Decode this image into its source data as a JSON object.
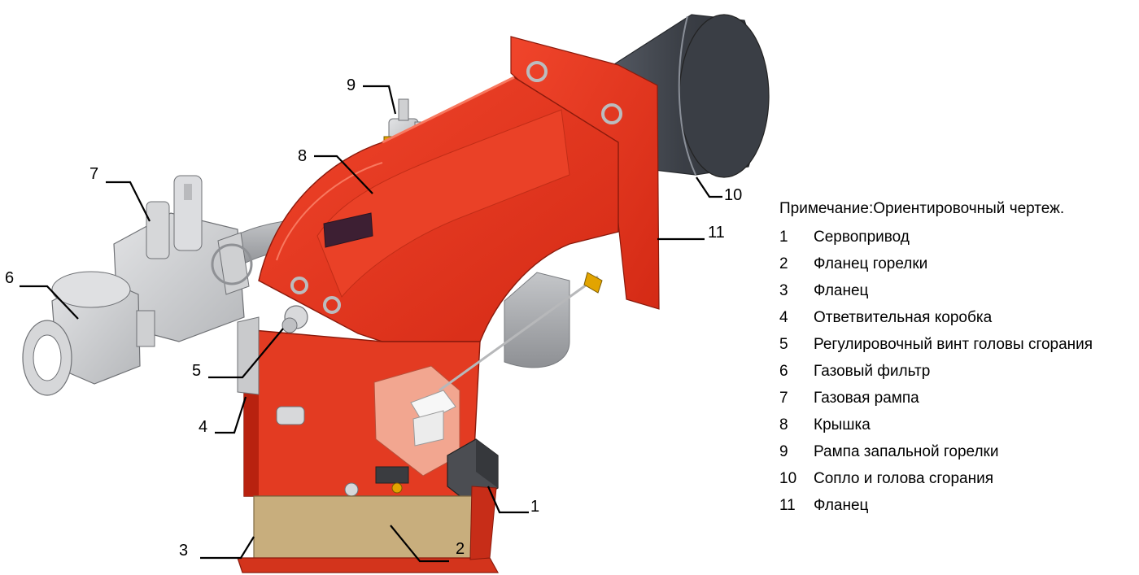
{
  "note": "Примечание:Ориентировочный чертеж.",
  "legend": [
    {
      "num": "1",
      "label": "Сервопривод"
    },
    {
      "num": "2",
      "label": "Фланец горелки"
    },
    {
      "num": "3",
      "label": "Фланец"
    },
    {
      "num": "4",
      "label": "Ответвительная коробка"
    },
    {
      "num": "5",
      "label": "Регулировочный винт головы сгорания"
    },
    {
      "num": "6",
      "label": "Газовый фильтр"
    },
    {
      "num": "7",
      "label": "Газовая рампа"
    },
    {
      "num": "8",
      "label": "Крышка"
    },
    {
      "num": "9",
      "label": "Рампа запальной горелки"
    },
    {
      "num": "10",
      "label": "Сопло и голова сгорания"
    },
    {
      "num": "11",
      "label": "Фланец"
    }
  ],
  "callouts": [
    "1",
    "2",
    "3",
    "4",
    "5",
    "6",
    "7",
    "8",
    "9",
    "10",
    "11"
  ],
  "colors": {
    "body_red": "#e8321c",
    "body_red_dark": "#b8220f",
    "nozzle_dark": "#4a4f58",
    "valve_grey": "#cfd0d2",
    "pipe_grey": "#a9abae",
    "base_tan": "#c8ae7d"
  }
}
